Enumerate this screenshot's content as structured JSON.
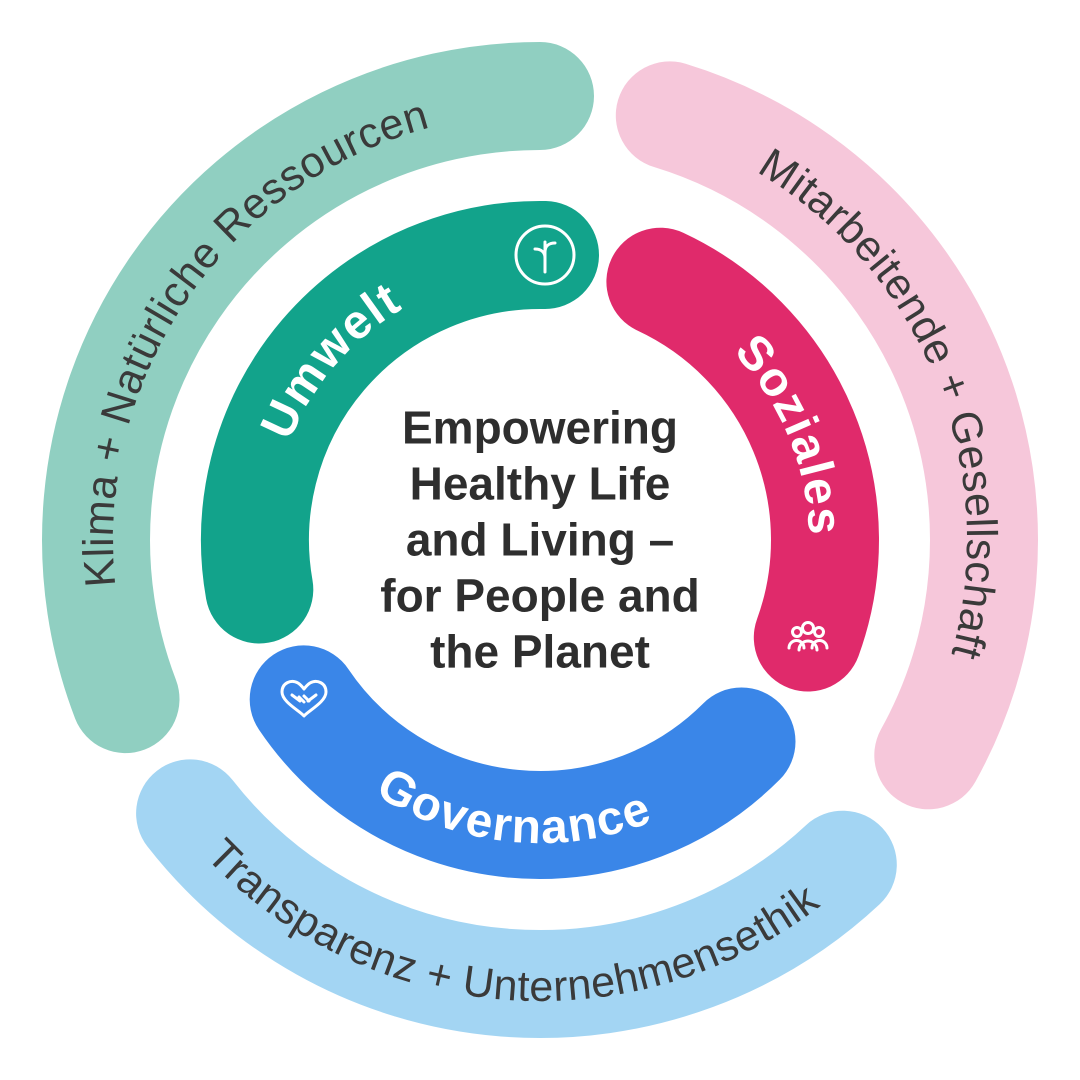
{
  "center": {
    "lines": [
      "Empowering",
      "Healthy Life",
      "and Living –",
      "for People and",
      "the Planet"
    ],
    "text_color": "#2E2E2E"
  },
  "inner_ring": {
    "label_color": "#FFFFFF",
    "segments": [
      {
        "id": "umwelt",
        "label": "Umwelt",
        "color": "#12A38B",
        "icon": "tree-icon"
      },
      {
        "id": "soziales",
        "label": "Soziales",
        "color": "#E02A6B",
        "icon": "people-icon"
      },
      {
        "id": "governance",
        "label": "Governance",
        "color": "#3A86E8",
        "icon": "handshake-heart-icon"
      }
    ]
  },
  "outer_ring": {
    "label_color": "#3A3A3A",
    "segments": [
      {
        "id": "klima",
        "label": "Klima + Natürliche Ressourcen",
        "color": "#90CFC1"
      },
      {
        "id": "mitarbeitende",
        "label": "Mitarbeitende + Gesellschaft",
        "color": "#F6C7DA"
      },
      {
        "id": "transparenz",
        "label": "Transparenz + Unternehmensethik",
        "color": "#A3D5F3"
      }
    ]
  }
}
